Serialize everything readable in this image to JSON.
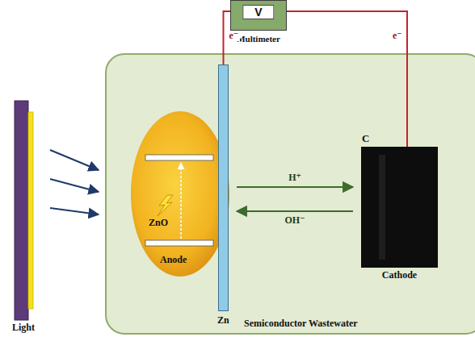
{
  "diagram": {
    "nodes": [
      {
        "text": [
          "V",
          "Multimeter"
        ]
      },
      {
        "text": [
          "Light"
        ]
      },
      {
        "text": [
          "Semiconductor Wastewater"
        ]
      },
      {
        "text": [
          "ZnO",
          "Anode"
        ],
        "in": 2
      },
      {
        "text": [
          "Zn"
        ],
        "in": 2
      },
      {
        "text": [
          "C",
          "Cathode"
        ],
        "in": 2
      }
    ],
    "edges": [
      {
        "from": 4,
        "to": 0,
        "arrow": "none",
        "label": "e⁻"
      },
      {
        "from": 0,
        "to": 5,
        "arrow": "none",
        "label": "e⁻"
      },
      {
        "from": 4,
        "to": 5,
        "arrow": "to",
        "label": "H⁺"
      },
      {
        "from": 5,
        "to": 4,
        "arrow": "to",
        "label": "OH⁻"
      }
    ]
  }
}
